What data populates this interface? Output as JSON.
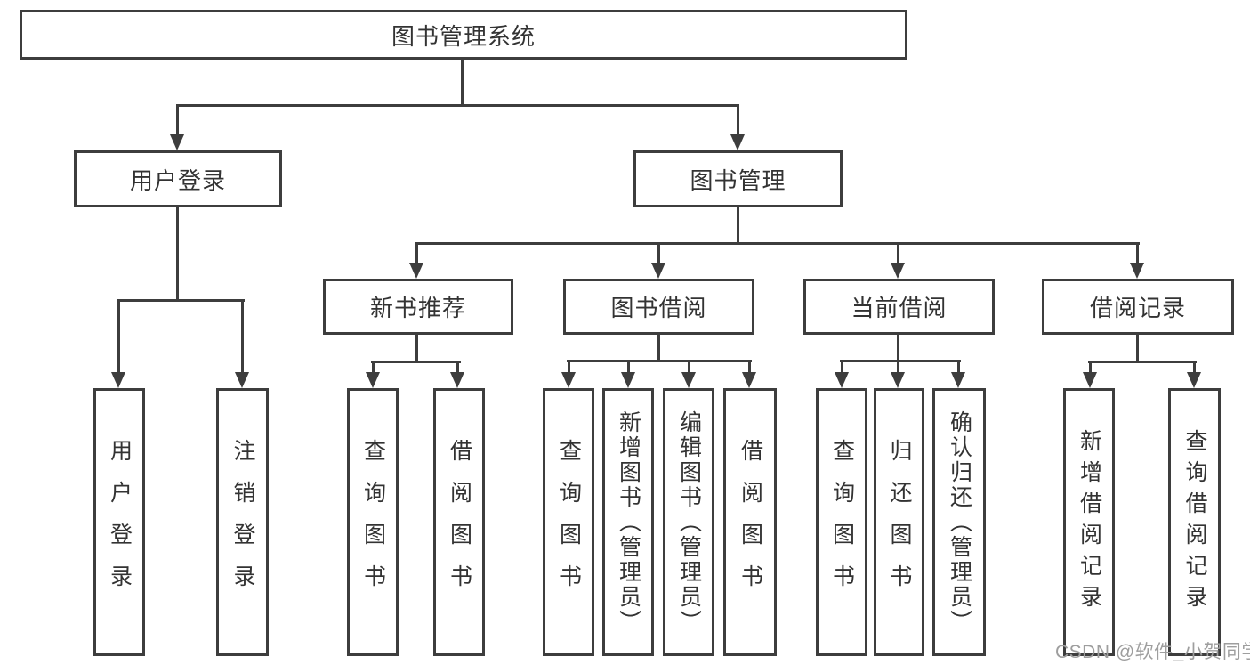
{
  "diagram": {
    "title_node": {
      "label": "图书管理系统"
    },
    "root": {
      "label": "图书管理系统"
    },
    "level2": [
      {
        "id": "user-login",
        "label": "用户登录"
      },
      {
        "id": "book-management",
        "label": "图书管理"
      }
    ],
    "level3": [
      {
        "id": "new-book-recommend",
        "label": "新书推荐"
      },
      {
        "id": "book-borrow",
        "label": "图书借阅"
      },
      {
        "id": "current-borrow",
        "label": "当前借阅"
      },
      {
        "id": "borrow-records",
        "label": "借阅记录"
      }
    ],
    "leaves": [
      {
        "parent": "user-login",
        "label": "用户登录"
      },
      {
        "parent": "user-login",
        "label": "注销登录"
      },
      {
        "parent": "new-book-recommend",
        "label": "查询图书"
      },
      {
        "parent": "new-book-recommend",
        "label": "借阅图书"
      },
      {
        "parent": "book-borrow",
        "label": "查询图书"
      },
      {
        "parent": "book-borrow",
        "label": "新增图书（管理员）"
      },
      {
        "parent": "book-borrow",
        "label": "编辑图书（管理员）"
      },
      {
        "parent": "book-borrow",
        "label": "借阅图书"
      },
      {
        "parent": "current-borrow",
        "label": "查询图书"
      },
      {
        "parent": "current-borrow",
        "label": "归还图书"
      },
      {
        "parent": "current-borrow",
        "label": "确认归还（管理员）"
      },
      {
        "parent": "borrow-records",
        "label": "新增借阅记录"
      },
      {
        "parent": "borrow-records",
        "label": "查询借阅记录"
      }
    ]
  },
  "watermark": {
    "text": "CSDN @软件_小贺同学"
  },
  "colors": {
    "line": "#3d3d3d",
    "text": "#333333",
    "watermark": "#9e9e9e",
    "background": "#ffffff"
  }
}
